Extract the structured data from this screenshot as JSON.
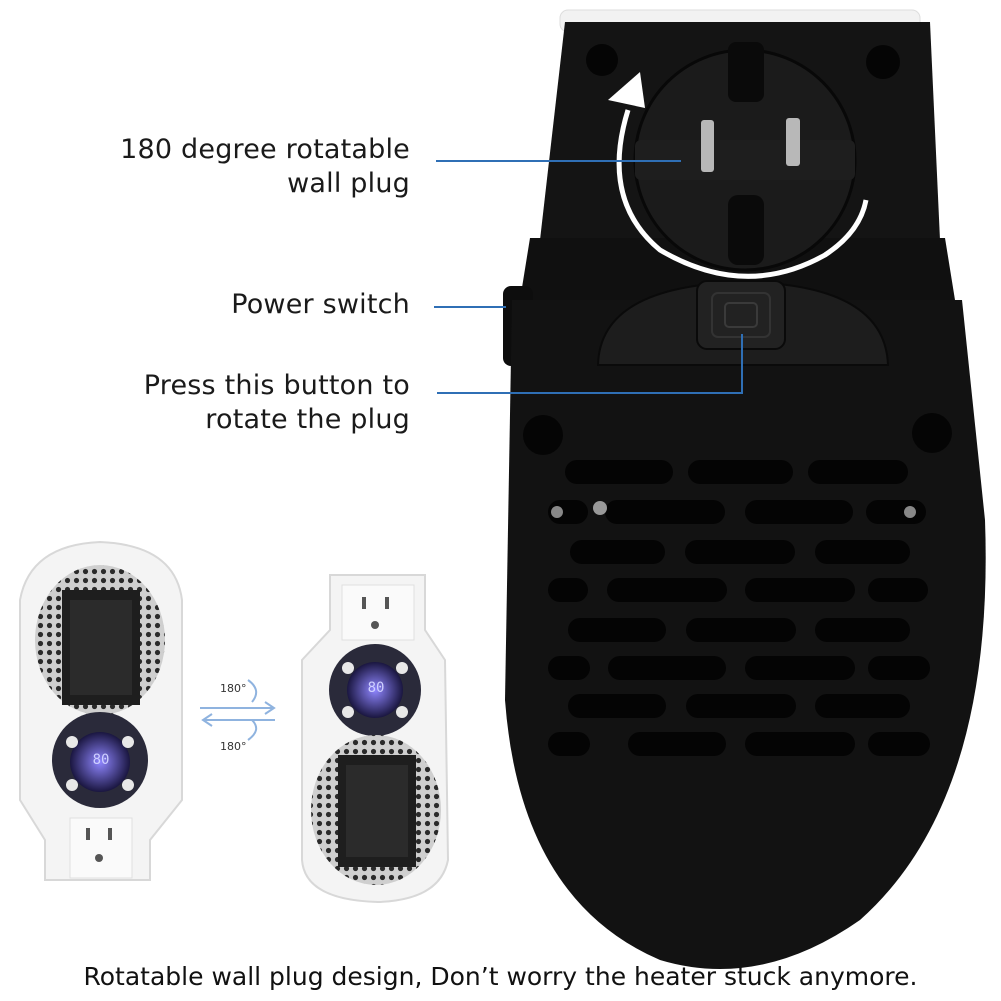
{
  "callouts": {
    "plug_line1": "180 degree rotatable",
    "plug_line2": "wall plug",
    "power_switch": "Power switch",
    "button_line1": "Press this button to",
    "button_line2": "rotate the plug"
  },
  "rotation": {
    "top_label": "180°",
    "bottom_label": "180°"
  },
  "display_readout": "80",
  "caption": "Rotatable wall plug design, Don’t worry the heater stuck anymore.",
  "colors": {
    "leader_line": "#2f6fb5",
    "heater_body": "#121212",
    "display_glow": "#6a5cff"
  }
}
